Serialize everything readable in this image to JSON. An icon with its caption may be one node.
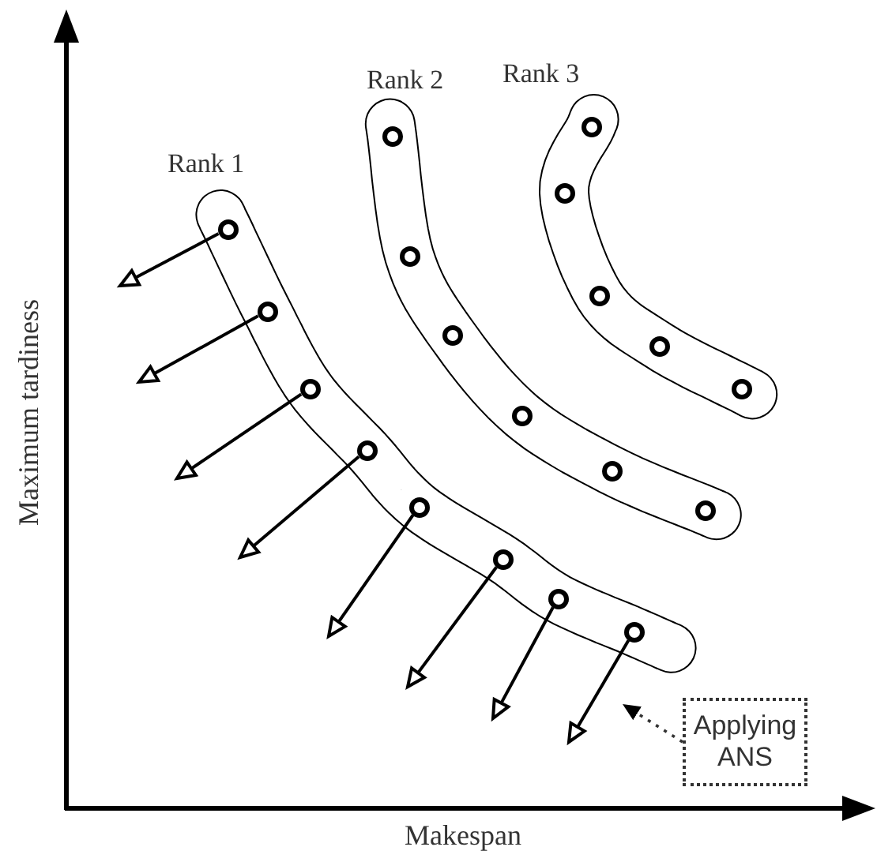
{
  "diagram": {
    "nodes": [
      {
        "text": [],
        "shape": "circle"
      },
      {
        "text": [],
        "shape": "circle"
      },
      {
        "text": [],
        "shape": "circle"
      },
      {
        "text": [],
        "shape": "circle"
      },
      {
        "text": [],
        "shape": "circle"
      },
      {
        "text": [],
        "shape": "circle"
      },
      {
        "text": [],
        "shape": "circle"
      },
      {
        "text": [],
        "shape": "circle"
      },
      {
        "text": [],
        "shape": "circle"
      },
      {
        "text": [],
        "shape": "circle"
      },
      {
        "text": [],
        "shape": "circle"
      },
      {
        "text": [],
        "shape": "circle"
      },
      {
        "text": [],
        "shape": "circle"
      },
      {
        "text": [],
        "shape": "circle"
      },
      {
        "text": [],
        "shape": "circle"
      },
      {
        "text": [],
        "shape": "circle"
      },
      {
        "text": [],
        "shape": "circle"
      },
      {
        "text": [],
        "shape": "circle"
      },
      {
        "text": [],
        "shape": "circle"
      },
      {
        "text": [
          "Applying ANS"
        ]
      }
    ],
    "edges": [
      {
        "from": 0,
        "to": null,
        "arrow": "to"
      },
      {
        "from": 1,
        "to": null,
        "arrow": "to"
      },
      {
        "from": 2,
        "to": null,
        "arrow": "to"
      },
      {
        "from": 3,
        "to": null,
        "arrow": "to"
      },
      {
        "from": 4,
        "to": null,
        "arrow": "to"
      },
      {
        "from": 5,
        "to": null,
        "arrow": "to"
      },
      {
        "from": 6,
        "to": null,
        "arrow": "to"
      },
      {
        "from": 7,
        "to": null,
        "arrow": "to"
      },
      {
        "from": 19,
        "to": null,
        "arrow": "to",
        "style": "dashed"
      }
    ],
    "labels": [
      "Rank 1",
      "Rank 2",
      "Rank 3",
      "Maximum tardiness",
      "Makespan"
    ]
  }
}
